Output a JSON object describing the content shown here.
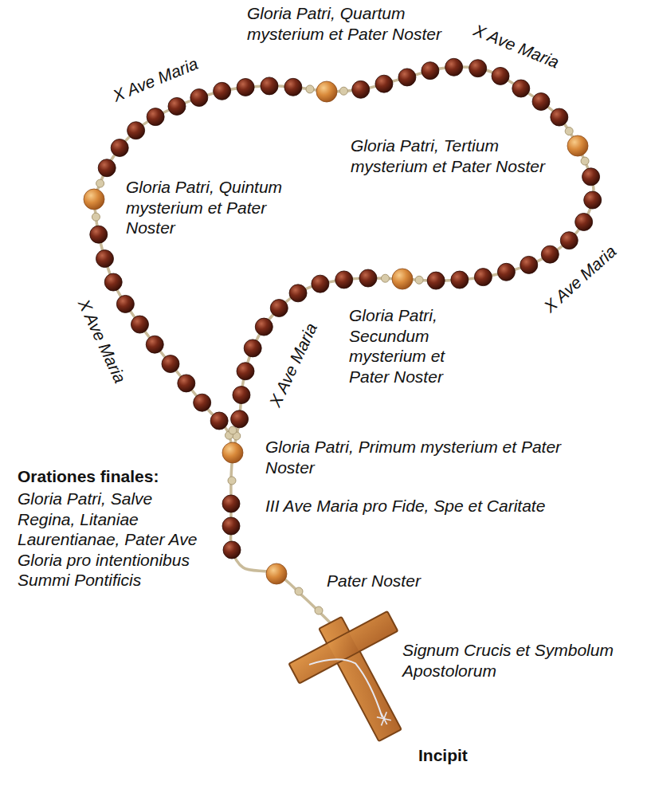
{
  "diagram": {
    "labels": [
      "X Ave Maria",
      "Gloria Patri, Quartum mysterium et Pater Noster",
      "X Ave Maria",
      "Gloria Patri, Tertium mysterium et Pater Noster",
      "Gloria Patri, Quintum mysterium et Pater Noster",
      "X Ave Maria",
      "X Ave Maria",
      "X Ave Maria",
      "Gloria Patri, Secundum mysterium et Pater Noster",
      "Gloria Patri, Primum mysterium et Pater Noster",
      "III Ave Maria pro Fide, Spe et Caritate",
      "Orationes finales:",
      "Gloria Patri, Salve Regina, Litaniae Laurentianae, Pater Ave Gloria pro intentionibus Summi Pontificis",
      "Pater Noster",
      "Signum Crucis et Symbolum Apostolorum",
      "Incipit"
    ]
  }
}
